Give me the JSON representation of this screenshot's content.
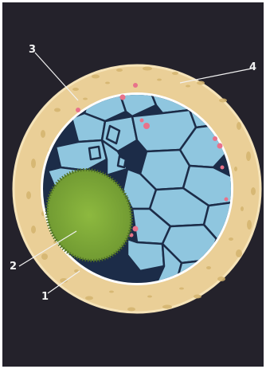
{
  "figure": {
    "colors": {
      "background": "#24222b",
      "shell": "#eacf97",
      "shell_edge": "#f5e3b8",
      "shell_pores": "#d4b46f",
      "membrane": "#ffffff",
      "cells": "#8fc6df",
      "cell_walls": "#1c2c48",
      "dots": "#e8728a",
      "green_body": "#7fa636",
      "green_edge": "#4d6d25",
      "leader_lines": "#f2f2f2"
    },
    "callouts": [
      {
        "label": "1",
        "part": "outer-shell"
      },
      {
        "label": "2",
        "part": "green-body"
      },
      {
        "label": "3",
        "part": "inner-membrane"
      },
      {
        "label": "4",
        "part": "pink-dots"
      }
    ]
  }
}
